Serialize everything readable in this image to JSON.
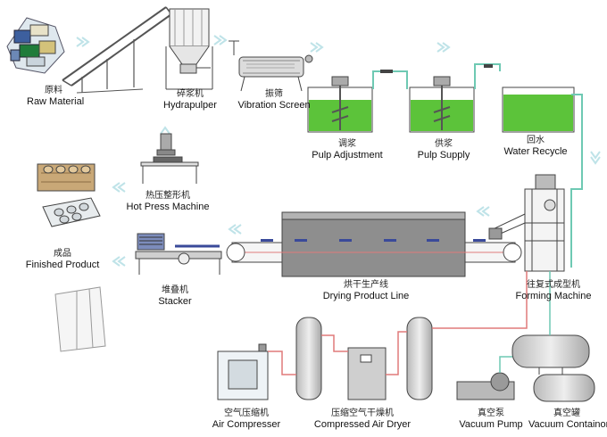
{
  "colors": {
    "water": "#5cc33a",
    "water_pipe": "#6ec9b3",
    "air_pipe": "#e07a7a",
    "flow_arrow": "#bfe3e8",
    "steel": "#8a8a8a"
  },
  "stations": {
    "raw_material": {
      "cn": "原料",
      "en": "Raw Material"
    },
    "hydrapulper": {
      "cn": "碎浆机",
      "en": "Hydrapulper"
    },
    "vibration_screen": {
      "cn": "振筛",
      "en": "Vibration Screen"
    },
    "pulp_adjustment": {
      "cn": "调浆",
      "en": "Pulp Adjustment"
    },
    "pulp_supply": {
      "cn": "供浆",
      "en": "Pulp Supply"
    },
    "water_recycle": {
      "cn": "回水",
      "en": "Water Recycle"
    },
    "hot_press": {
      "cn": "热压整形机",
      "en": "Hot Press Machine"
    },
    "finished_product": {
      "cn": "成品",
      "en": "Finished Product"
    },
    "drying_line": {
      "cn": "烘干生产线",
      "en": "Drying Product Line"
    },
    "forming_machine": {
      "cn": "往复式成型机",
      "en": "Forming Machine"
    },
    "stacker": {
      "cn": "堆叠机",
      "en": "Stacker"
    },
    "air_compressor": {
      "cn": "空气压缩机",
      "en": "Air Compresser"
    },
    "compressed_air_dryer": {
      "cn": "压缩空气干燥机",
      "en": "Compressed Air Dryer"
    },
    "vacuum_pump": {
      "cn": "真空泵",
      "en": "Vacuum Pump"
    },
    "vacuum_container": {
      "cn": "真空罐",
      "en": "Vacuum Containor"
    }
  }
}
